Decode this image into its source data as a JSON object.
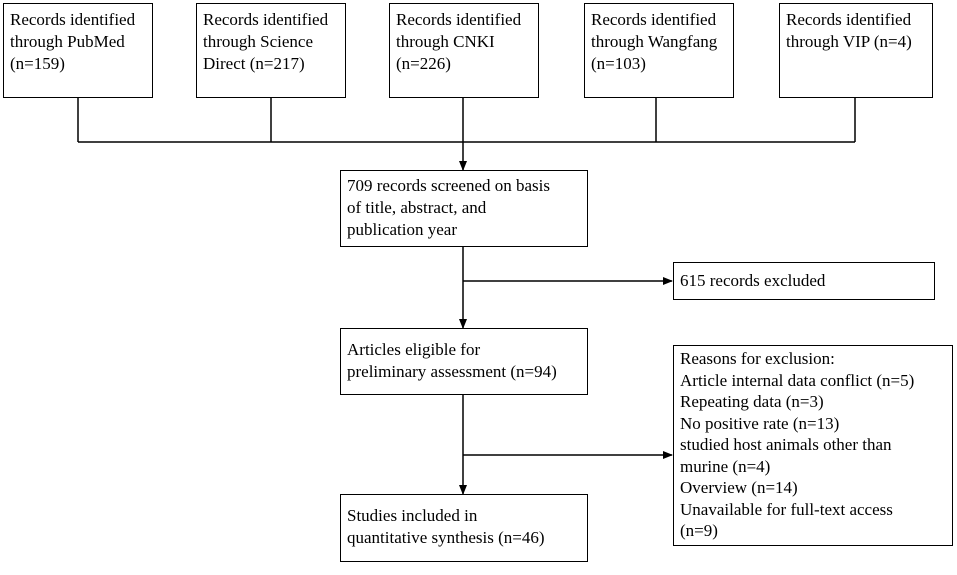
{
  "sources": [
    {
      "lines": [
        "Records identified",
        "through PubMed",
        "(n=159)"
      ]
    },
    {
      "lines": [
        "Records identified",
        "through Science",
        "Direct  (n=217)"
      ]
    },
    {
      "lines": [
        "Records identified",
        "through CNKI",
        "(n=226)"
      ]
    },
    {
      "lines": [
        "Records identified",
        "through Wangfang",
        "(n=103)"
      ]
    },
    {
      "lines": [
        "Records identified",
        "through VIP (n=4)"
      ]
    }
  ],
  "screened": {
    "lines": [
      "709 records screened on basis",
      "of title,  abstract, and",
      "publication year"
    ]
  },
  "excluded": {
    "lines": [
      "615 records excluded"
    ]
  },
  "eligible": {
    "lines": [
      "Articles eligible  for",
      "preliminary assessment (n=94)"
    ]
  },
  "reasons": {
    "lines": [
      "Reasons for exclusion:",
      "Article internal  data conflict (n=5)",
      "Repeating data (n=3)",
      "No positive rate (n=13)",
      "studied host animals  other than",
      "murine (n=4)",
      "Overview  (n=14)",
      "Unavailable  for full-text access",
      "(n=9)"
    ]
  },
  "included": {
    "lines": [
      "Studies included in",
      "quantitative synthesis (n=46)"
    ]
  }
}
